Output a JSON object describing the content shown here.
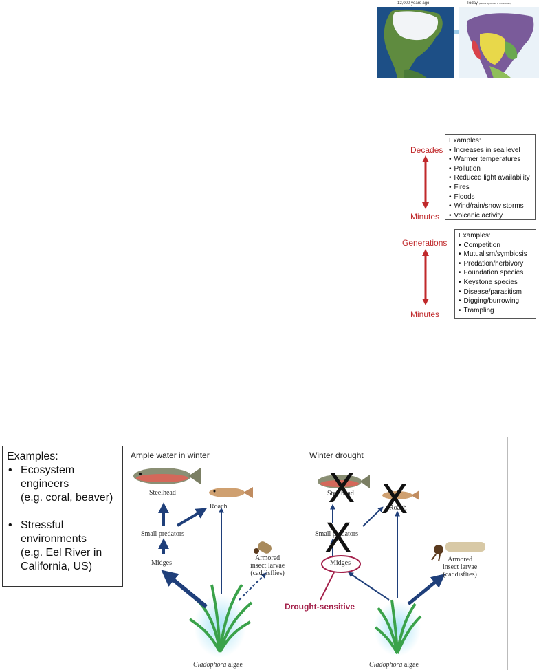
{
  "maps": {
    "past_label": "12,000 years ago",
    "today_label": "Today",
    "today_note": "(without agriculture or urbanization)"
  },
  "abiotic": {
    "top_label": "Decades",
    "bottom_label": "Minutes",
    "heading": "Examples:",
    "items": [
      "Increases in sea level",
      "Warmer temperatures",
      "Pollution",
      "Reduced light availability",
      "Fires",
      "Floods",
      "Wind/rain/snow storms",
      "Volcanic activity"
    ]
  },
  "biotic": {
    "top_label": "Generations",
    "bottom_label": "Minutes",
    "heading": "Examples:",
    "items": [
      "Competition",
      "Mutualism/symbiosis",
      "Predation/herbivory",
      "Foundation species",
      "Keystone species",
      "Disease/parasitism",
      "Digging/burrowing",
      "Trampling"
    ]
  },
  "examples_box": {
    "heading": "Examples:",
    "item1_line1": "Ecosystem",
    "item1_line2": "engineers",
    "item1_line3": "(e.g. coral, beaver)",
    "item2_line1": "Stressful",
    "item2_line2": "environments",
    "item2_line3": "(e.g. Eel River in",
    "item2_line4": "California, US)"
  },
  "food_web": {
    "left_heading": "Ample water in winter",
    "right_heading": "Winter drought",
    "steelhead": "Steelhead",
    "roach": "Roach",
    "small_predators": "Small predators",
    "midges": "Midges",
    "larvae_line1": "Armored",
    "larvae_line2": "insect larvae",
    "larvae_line3": "(caddisflies)",
    "algae_name": "Cladophora",
    "algae_word": "algae",
    "drought_label": "Drought-sensitive",
    "x_mark": "X"
  },
  "colors": {
    "scale_red": "#c0292b",
    "arrow_blue": "#1f3f7a",
    "drought_maroon": "#a3204a",
    "algae_green": "#3aa24a"
  }
}
